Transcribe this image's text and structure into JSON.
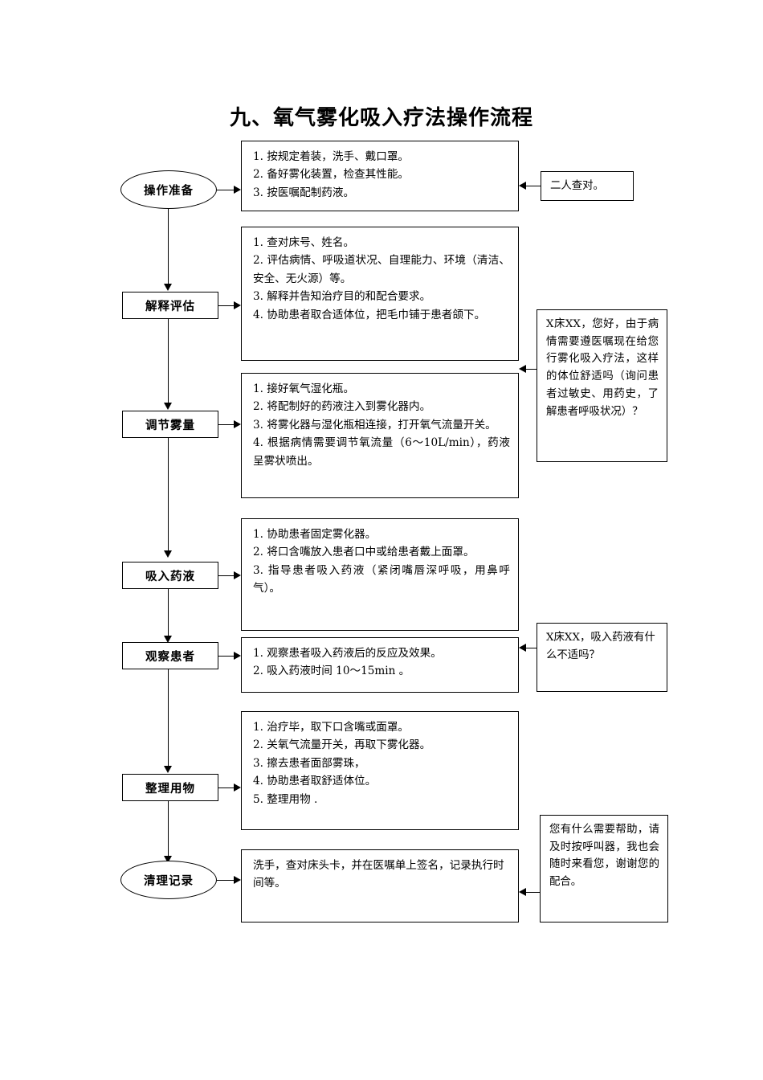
{
  "document": {
    "title": "九、氧气雾化吸入疗法操作流程"
  },
  "flow": {
    "stages": [
      {
        "id": "prepare",
        "label": "操作准备",
        "shape": "ellipse",
        "content_lines": [
          "1. 按规定着装，洗手、戴口罩。",
          "2. 备好雾化装置，检查其性能。",
          "3. 按医嘱配制药液。"
        ]
      },
      {
        "id": "explain-assess",
        "label": "解释评估",
        "shape": "rect",
        "content_lines": [
          "1. 查对床号、姓名。",
          "2. 评估病情、呼吸道状况、自理能力、环境（清洁、安全、无火源）等。",
          "3. 解释并告知治疗目的和配合要求。",
          "4. 协助患者取合适体位，把毛巾铺于患者颌下。"
        ]
      },
      {
        "id": "adjust-mist",
        "label": "调节雾量",
        "shape": "rect",
        "content_lines": [
          "1. 接好氧气湿化瓶。",
          "2. 将配制好的药液注入到雾化器内。",
          "3. 将雾化器与湿化瓶相连接，打开氧气流量开关。",
          "4. 根据病情需要调节氧流量（6～10L/min），药液呈雾状喷出。"
        ]
      },
      {
        "id": "inhale",
        "label": "吸入药液",
        "shape": "rect",
        "content_lines": [
          "1. 协助患者固定雾化器。",
          "2. 将口含嘴放入患者口中或给患者戴上面罩。",
          "3. 指导患者吸入药液（紧闭嘴唇深呼吸，用鼻呼气）。"
        ]
      },
      {
        "id": "observe",
        "label": "观察患者",
        "shape": "rect",
        "content_lines": [
          "1. 观察患者吸入药液后的反应及效果。",
          "2. 吸入药液时间 10～15min 。"
        ]
      },
      {
        "id": "tidy",
        "label": "整理用物",
        "shape": "rect",
        "content_lines": [
          "1. 治疗毕，取下口含嘴或面罩。",
          "2. 关氧气流量开关，再取下雾化器。",
          "3. 擦去患者面部雾珠，",
          "4. 协助患者取舒适体位。",
          "5. 整理用物 ."
        ]
      },
      {
        "id": "record",
        "label": "清理记录",
        "shape": "ellipse",
        "content_lines": [
          "洗手，查对床头卡，并在医嘱单上签名，记录执行时间等。"
        ]
      }
    ],
    "notes": [
      {
        "id": "note-double-check",
        "text": "二人查对。"
      },
      {
        "id": "note-greeting",
        "text": "X床XX，您好，由于病情需要遵医嘱现在给您行雾化吸入疗法，这样的体位舒适吗（询问患者过敏史、用药史，了解患者呼吸状况）？"
      },
      {
        "id": "note-discomfort",
        "text": "X床XX，吸入药液有什么不适吗？"
      },
      {
        "id": "note-farewell",
        "text": "您有什么需要帮助，请及时按呼叫器，我也会随时来看您，谢谢您的配合。"
      }
    ]
  }
}
